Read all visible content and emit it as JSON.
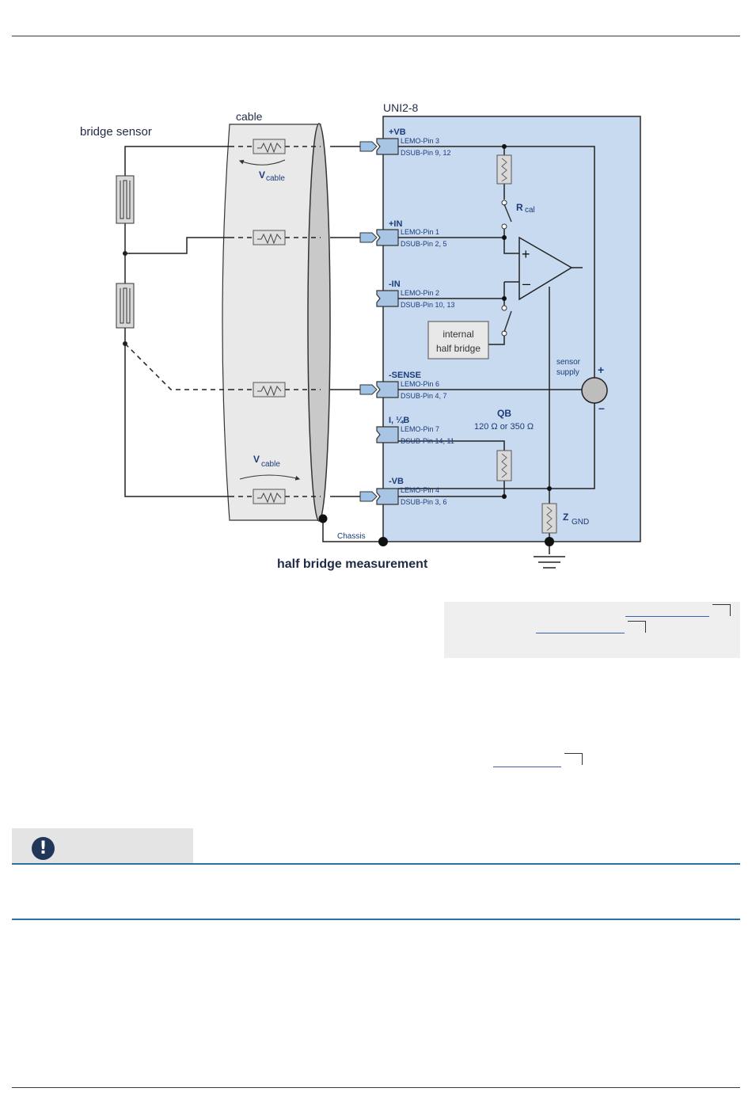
{
  "diagram": {
    "title": "half bridge measurement",
    "labels": {
      "bridge_sensor": "bridge sensor",
      "cable": "cable",
      "device": "UNI2-8",
      "v_cable_main": "V",
      "v_cable_sub": "cable",
      "r_cal_main": "R",
      "r_cal_sub": "cal",
      "sensor_supply_line1": "sensor",
      "sensor_supply_line2": "supply",
      "plus": "+",
      "minus": "–",
      "internal_line1": "internal",
      "internal_line2": "half bridge",
      "qb": "QB",
      "qb_values": "120 Ω or 350 Ω",
      "z_main": "Z",
      "z_sub": "GND",
      "chassis": "Chassis",
      "op_plus": "+",
      "op_minus": "–"
    },
    "pins": [
      {
        "name": "+VB",
        "lemo": "LEMO-Pin 3",
        "dsub": "DSUB-Pin 9, 12"
      },
      {
        "name": "+IN",
        "lemo": "LEMO-Pin 1",
        "dsub": "DSUB-Pin 2, 5"
      },
      {
        "name": "-IN",
        "lemo": "LEMO-Pin 2",
        "dsub": "DSUB-Pin 10, 13"
      },
      {
        "name": "-SENSE",
        "lemo": "LEMO-Pin 6",
        "dsub": "DSUB-Pin 4, 7"
      },
      {
        "name": "I, ¼B",
        "lemo": "LEMO-Pin 7",
        "dsub": "DSUB-Pin 14, 11"
      },
      {
        "name": "-VB",
        "lemo": "LEMO-Pin 4",
        "dsub": "DSUB-Pin 3, 6"
      }
    ],
    "colors": {
      "device_fill": "#c8daef",
      "device_border": "#2b2b2b",
      "cable_fill": "#e9e9e9",
      "pin_label": "#1c3b7a",
      "resistor_fill": "#d9d9d9"
    }
  },
  "attention": {
    "icon": "exclamation-icon",
    "symbol": "!"
  }
}
